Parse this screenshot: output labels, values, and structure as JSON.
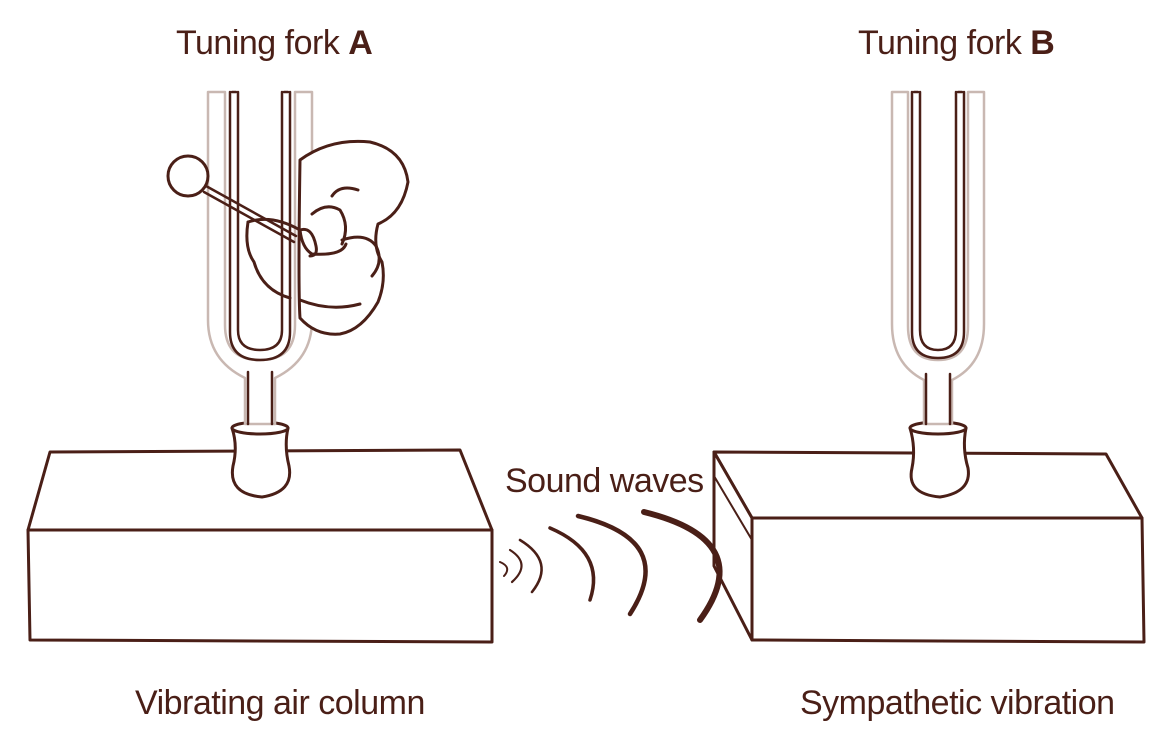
{
  "labels": {
    "fork_a_prefix": "Tuning fork ",
    "fork_a_letter": "A",
    "fork_b_prefix": "Tuning fork ",
    "fork_b_letter": "B",
    "sound_waves": "Sound waves",
    "left_caption": "Vibrating air column",
    "right_caption": "Sympathetic vibration"
  },
  "colors": {
    "ink": "#4a1f17",
    "fork_outline": "#c9b8b2",
    "background": "#ffffff"
  }
}
